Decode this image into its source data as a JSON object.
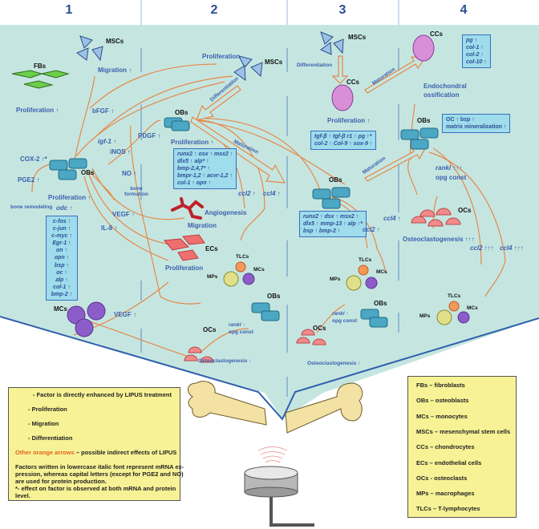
{
  "columns": [
    "1",
    "2",
    "3",
    "4"
  ],
  "colors": {
    "panel_bg": "#c5e6e0",
    "panel_border": "#2f5fad",
    "label_blue": "#3a5fae",
    "arrow_orange": "#e6874a",
    "gene_box_bg": "#9fdcec",
    "legend_bg": "#f7f295"
  },
  "col1": {
    "fbs": "FBs",
    "fbs_proliferation": "Proliferation ↑",
    "mscs": "MSCs",
    "mscs_migration": "Migration ↑",
    "bfgf": "bFGF ↑",
    "igf1": "igf-1 ↑",
    "inos": "iNOS ↑",
    "cox2": "COX-2 ↑*",
    "pge2": "PGE2 ↑",
    "bone_remodeling": "bone remodeling",
    "obs": "OBs",
    "no": "NO ↑",
    "bone_formation": "bone formation",
    "obs_proliferation": "Proliferation ↑",
    "odc": "odc ↑",
    "vegf": "VEGF ↑",
    "il8": "IL-8 ↑",
    "genes": [
      "c-fos ↑",
      "c-jun ↑",
      "c-myc ↑",
      "Egr-1 ↑",
      "on ↑",
      "opn ↑",
      "bsp ↑",
      "oc ↑",
      "alp ↑",
      "col-1 ↑",
      "bmp-2 ↑"
    ],
    "mcs": "MCs",
    "mcs_vegf": "VEGF ↑"
  },
  "col2": {
    "mscs_proliferation": "Proliferation",
    "mscs": "MSCs",
    "differentiation": "Differentiation",
    "obs": "OBs",
    "pdgf": "PDGF ↑",
    "obs_proliferation": "Proliferation ↑",
    "genes": [
      "runx2 ↑ osx ↑ msx2 ↑",
      "dlx5 ↑ alp* ↑",
      "bmp-2,4,7* ↑",
      "bmpr-1,2 ↑ acvr-1,2 ↑",
      "col-1 ↑ opn ↑"
    ],
    "maturation": "Maturation",
    "ccl2": "ccl2 ↑",
    "ccl4": "ccl4 ↑",
    "angiogenesis": "Angiogenesis",
    "migration": "Migration",
    "ecs": "ECs",
    "ecs_proliferation": "Proliferation",
    "tlcs": "TLCs",
    "mcs": "MCs",
    "mps": "MPs",
    "obs2": "OBs",
    "rankl": "rankl ↑",
    "opg": "opg const",
    "ocs": "OCs",
    "osteoclastogenesis": "Osteoclastogenesis ↑"
  },
  "col3": {
    "mscs": "MSCs",
    "differentiation": "Differentiation",
    "ccs": "CCs",
    "ccs_proliferation": "Proliferation ↑",
    "maturation_top": "Maturation",
    "genes": [
      "tgf-β ↑ tgf-β r1 ↑ pg ↑*",
      "col-2 ↑ Col-9 ↑ sox-9 ↑"
    ],
    "obs": "OBs",
    "maturation_bottom": "Maturation",
    "obs_genes": [
      "runx2 ↑ dsx ↑ msx2 ↑",
      "dlx5 ↑ mmp-13 ↑ alp ↑*",
      "bsp ↑ bmp-2 ↑"
    ],
    "ccl2": "ccl2 ↑",
    "ccl4": "ccl4 ↑",
    "tlcs": "TLCs",
    "mcs": "MCs",
    "mps": "MPs",
    "obs2": "OBs",
    "rankl": "rankl ↑",
    "opg": "opg const",
    "ocs": "OCs",
    "osteoclastogenesis": "Osteoclastogenesis ↑"
  },
  "col4": {
    "ccs": "CCs",
    "ccs_genes": [
      "pg ↑",
      "col-1 ↑",
      "col-2 ↑",
      "col-10 ↑"
    ],
    "endochondral": "Endochondral",
    "ossification": "ossification",
    "obs": "OBs",
    "obs_box": [
      "OC ↑ bsp ↑",
      "matrix mineralization ↑"
    ],
    "rankl": "rankl ↑↑↑",
    "opg": "opg const",
    "ocs": "OCs",
    "osteoclastogenesis": "Osteoclastogenesis ↑↑↑",
    "ccl2": "ccl2 ↑↑↑",
    "ccl4": "ccl4 ↑↑↑",
    "tlcs": "TLCs",
    "mcs": "MCs",
    "mps": "MPs"
  },
  "legend": {
    "arrow_up": "- Factor is directly enhanced by LIPUS treatment",
    "proliferation": "- Proliferation",
    "migration": "- Migration",
    "differentiation": "- Differentiation",
    "other_orange": "Other orange arrows",
    "other_orange_rest": " – possible indirect effects of LIPUS",
    "note_lines": [
      "Factors written in lowercase italic font represent mRNA ex-",
      "pression, whereas capital letters (except for PGE2 and NO)",
      "are used for protein production.",
      "*- effect on factor is observed at both mRNA and protein",
      "level."
    ]
  },
  "abbreviations": [
    "FBs – fibroblasts",
    "OBs – osteoblasts",
    "MCs – monocytes",
    "MSCs – mesenchymal stem cells",
    "CCs – chondrocytes",
    "ECs – endothelial cells",
    "OCs - osteoclasts",
    "MPs – macrophages",
    "TLCs – T-lymphocytes"
  ]
}
